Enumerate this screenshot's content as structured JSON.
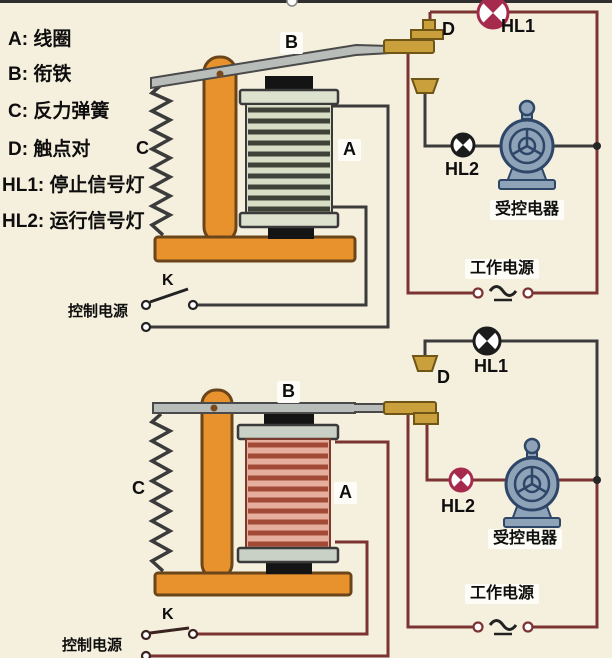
{
  "diagram_title": "relay-operating-principle",
  "legend": {
    "items": [
      "A: 线圈",
      "B: 衔铁",
      "C: 反力弹簧",
      "D: 触点对",
      "HL1: 停止信号灯",
      "HL2: 运行信号灯"
    ]
  },
  "top": {
    "armature_label": "B",
    "coil_label": "A",
    "spring_label": "C",
    "contact_label": "D",
    "lamp1_label": "HL1",
    "lamp2_label": "HL2",
    "device_label": "受控电器",
    "work_power_label": "工作电源",
    "switch_label": "K",
    "control_power_label": "控制电源"
  },
  "bottom": {
    "armature_label": "B",
    "coil_label": "A",
    "spring_label": "C",
    "contact_label": "D",
    "lamp1_label": "HL1",
    "lamp2_label": "HL2",
    "device_label": "受控电器",
    "work_power_label": "工作电源",
    "switch_label": "K",
    "control_power_label": "控制电源"
  },
  "colors": {
    "wire_active": "#7b3431",
    "wire_inactive": "#3b3b3b",
    "frame_orange": "#e8922e",
    "coil_deenergized": "#d8ddc6",
    "coil_energized": "#e5ae9d",
    "lamp_on_red": "#a62a4e",
    "lamp_off_black": "#1c1c1c",
    "brass_contact": "#c9a03c",
    "motor_blue": "#8fa3b8",
    "background": "#f5efde"
  }
}
